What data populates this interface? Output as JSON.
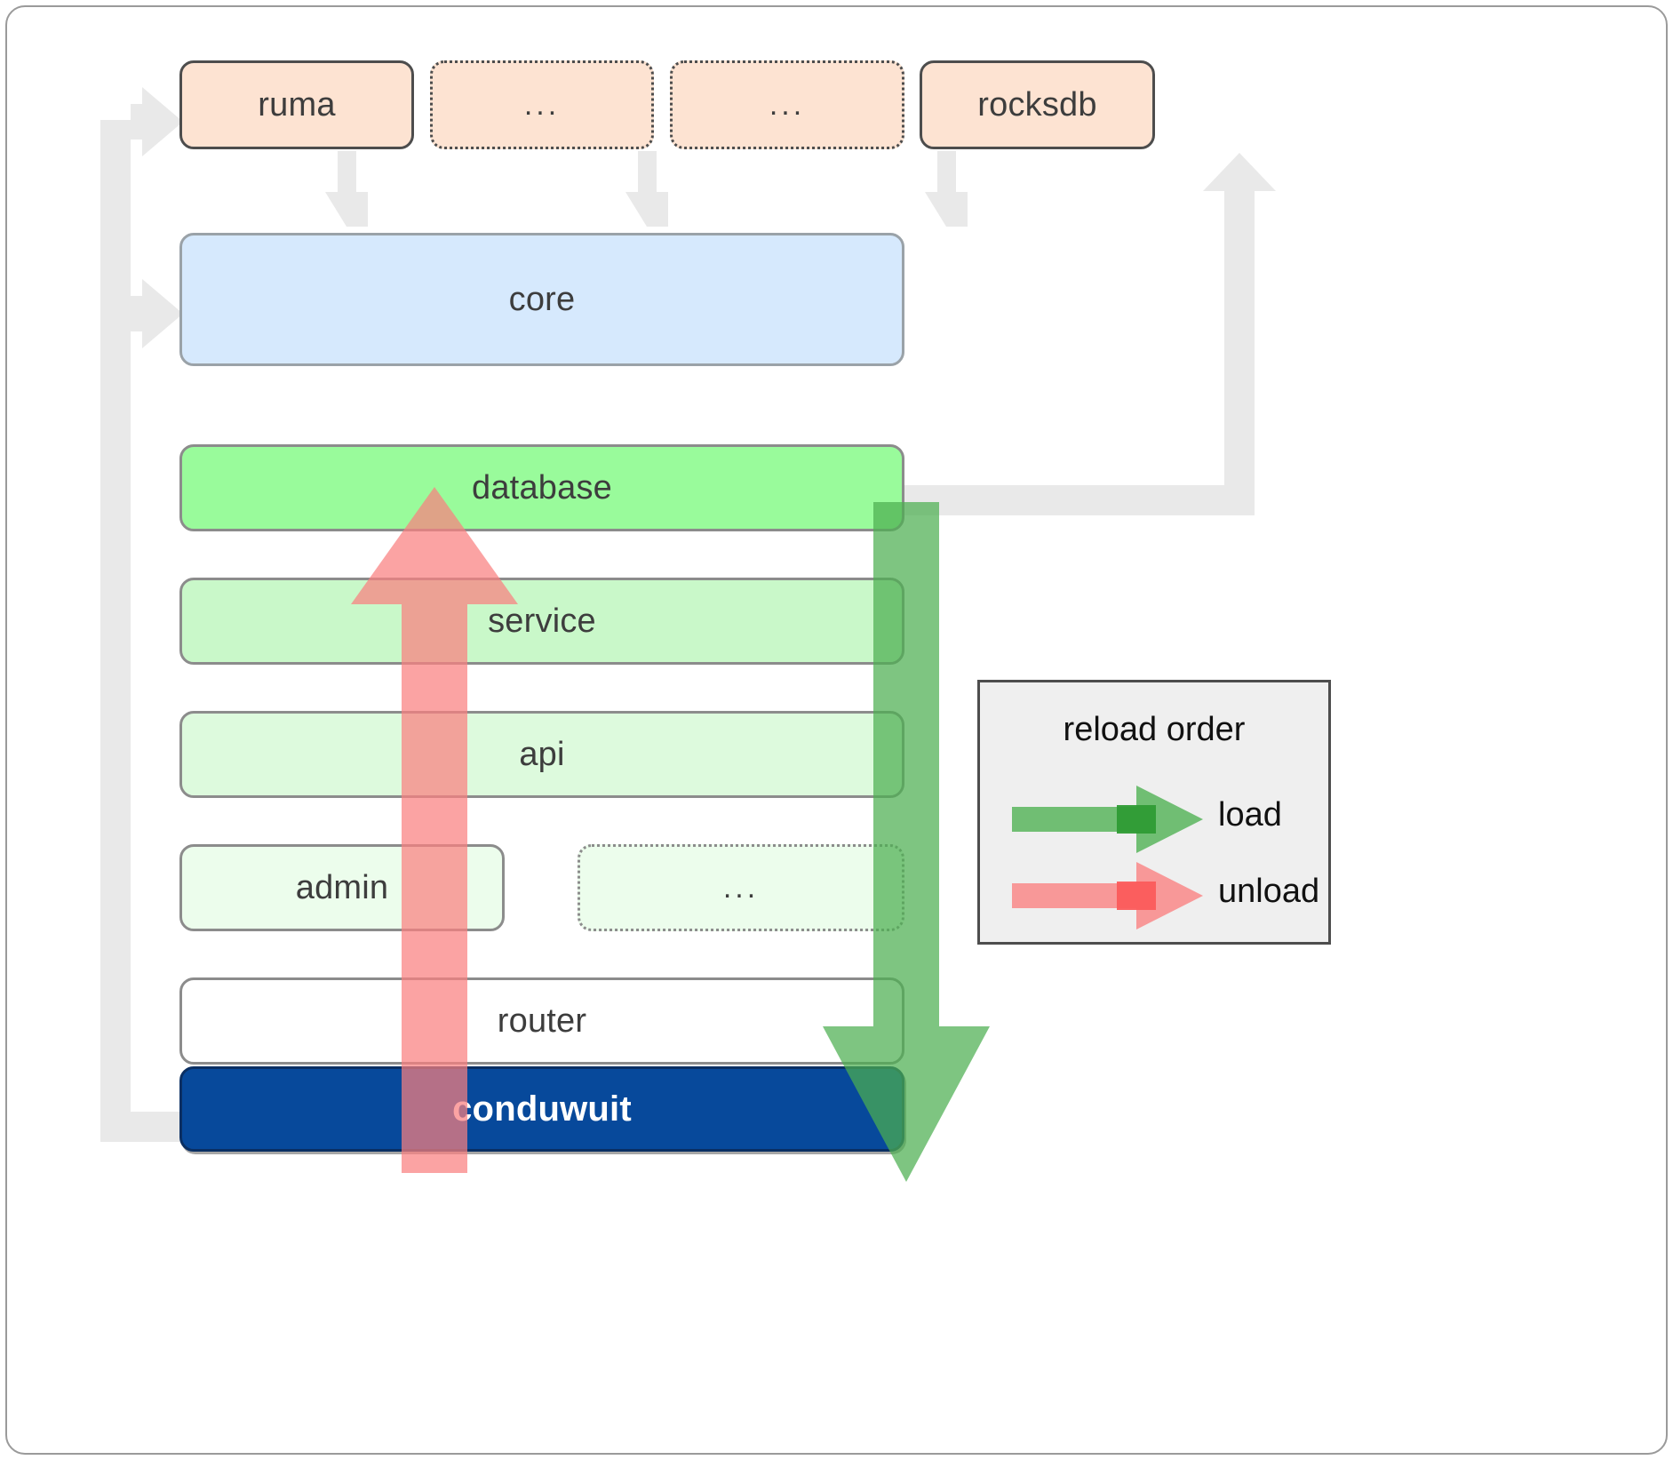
{
  "diagram": {
    "title": "conduwuit crate / reload order architecture",
    "colors": {
      "dependency_fill": "#fde3d2",
      "dependency_stroke": "#4d4d4d",
      "core_fill": "#d6e9fd",
      "database_fill": "#99fb9b",
      "service_fill": "#c9f8c9",
      "api_fill": "#ddfadd",
      "admin_fill": "#ecfdec",
      "router_fill": "#ffffff",
      "root_fill": "#07499b",
      "load_arrow": "#4caf50",
      "unload_arrow": "#fa7f7f",
      "connector": "#e8e8e8",
      "legend_bg": "#efefef"
    },
    "dependencies": [
      {
        "label": "ruma",
        "style": "solid"
      },
      {
        "label": "...",
        "style": "dotted"
      },
      {
        "label": "...",
        "style": "dotted"
      },
      {
        "label": "rocksdb",
        "style": "solid"
      }
    ],
    "layers": [
      {
        "label": "core",
        "style": "solid"
      },
      {
        "label": "database",
        "style": "solid"
      },
      {
        "label": "service",
        "style": "solid"
      },
      {
        "label": "api",
        "style": "solid"
      },
      {
        "label": "admin",
        "style": "solid"
      },
      {
        "label": "...",
        "style": "dotted"
      },
      {
        "label": "router",
        "style": "solid"
      }
    ],
    "root": {
      "label": "conduwuit"
    },
    "legend": {
      "title": "reload order",
      "items": [
        {
          "label": "load",
          "color": "#4caf50",
          "direction": "right"
        },
        {
          "label": "unload",
          "color": "#fa7f7f",
          "direction": "right"
        }
      ]
    },
    "flow_arrows": [
      {
        "name": "load",
        "direction": "down",
        "from": "database",
        "to": "router"
      },
      {
        "name": "unload",
        "direction": "up",
        "from": "router",
        "to": "database"
      }
    ]
  }
}
